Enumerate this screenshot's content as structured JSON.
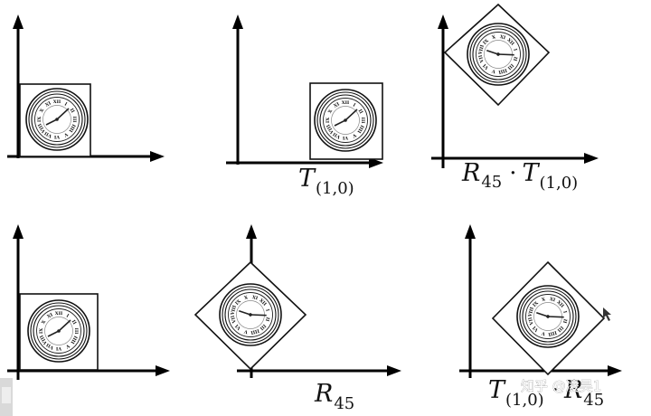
{
  "panels": [
    {
      "id": "p1",
      "label": null
    },
    {
      "id": "p2",
      "label": {
        "main": "T",
        "sub": "(1,0)"
      }
    },
    {
      "id": "p3",
      "label": {
        "a": "R",
        "a_sub": "45",
        "op": "·",
        "b": "T",
        "b_sub": "(1,0)"
      }
    },
    {
      "id": "p4",
      "label": null
    },
    {
      "id": "p5",
      "label": {
        "main": "R",
        "sub": "45"
      }
    },
    {
      "id": "p6",
      "label": {
        "a": "T",
        "a_sub": "(1,0)",
        "op": "·",
        "b": "R",
        "b_sub": "45"
      }
    }
  ],
  "watermark": {
    "text": "知乎 @凌昊1"
  },
  "colors": {
    "ink": "#111111",
    "clock_face": "#ffffff",
    "hand": "#333333"
  },
  "clock_numerals": [
    "XII",
    "I",
    "II",
    "III",
    "IIII",
    "V",
    "VI",
    "VII",
    "VIII",
    "IX",
    "X",
    "XI"
  ]
}
